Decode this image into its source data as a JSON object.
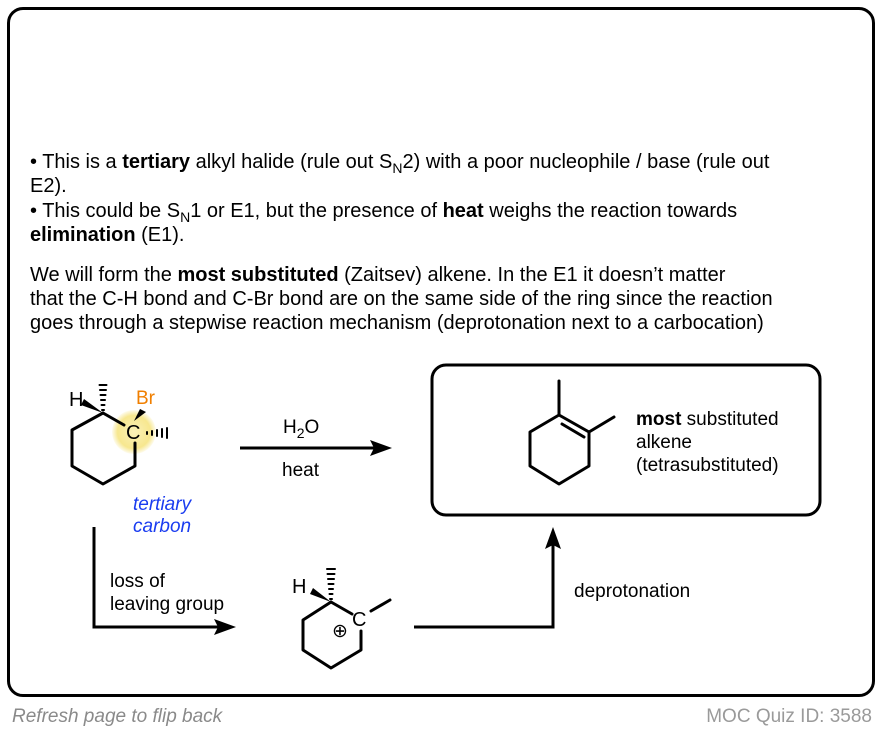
{
  "explanation": {
    "bullet1": {
      "prefix": "• This is a ",
      "bold": "tertiary",
      "mid": " alkyl halide (rule out S",
      "sub": "N",
      "suffix": "2) with a poor nucleophile / base (rule out",
      "line2": "E2)."
    },
    "bullet2": {
      "prefix": "• This could be S",
      "sub": "N",
      "mid": "1 or E1, but the presence of ",
      "bold": "heat",
      "suffix": " weighs the reaction towards",
      "line2_bold": "elimination",
      "line2_rest": " (E1)."
    },
    "paragraph": {
      "prefix": "We will form the ",
      "bold": "most substituted",
      "line1_rest": " (Zaitsev) alkene. In the E1 it doesn’t matter",
      "line2": "that the C-H bond and C-Br bond are on the same side of the ring since the reaction",
      "line3": "goes through a stepwise reaction mechanism (deprotonation next to a carbocation)"
    }
  },
  "scheme": {
    "starting_material": {
      "h_label": "H",
      "br_label": "Br",
      "c_label": "C",
      "annotation_line1": "tertiary",
      "annotation_line2": "carbon"
    },
    "reagent_arrow": {
      "above_main": "H",
      "above_sub": "2",
      "above_end": "O",
      "below": "heat"
    },
    "product": {
      "bold": "most",
      "line1_rest": " substituted",
      "line2": "alkene",
      "line3": "(tetrasubstituted)"
    },
    "step1_arrow": {
      "line1": "loss of",
      "line2": "leaving group"
    },
    "carbocation": {
      "h_label": "H",
      "c_label": "C",
      "charge": "⊕"
    },
    "step2_arrow": {
      "label": "deprotonation"
    }
  },
  "colors": {
    "br": "#f07f00",
    "annotation": "#1a3cf0",
    "highlight": "#f5e27a"
  },
  "footer": {
    "left": "Refresh page to flip back",
    "right": "MOC Quiz ID: 3588"
  }
}
